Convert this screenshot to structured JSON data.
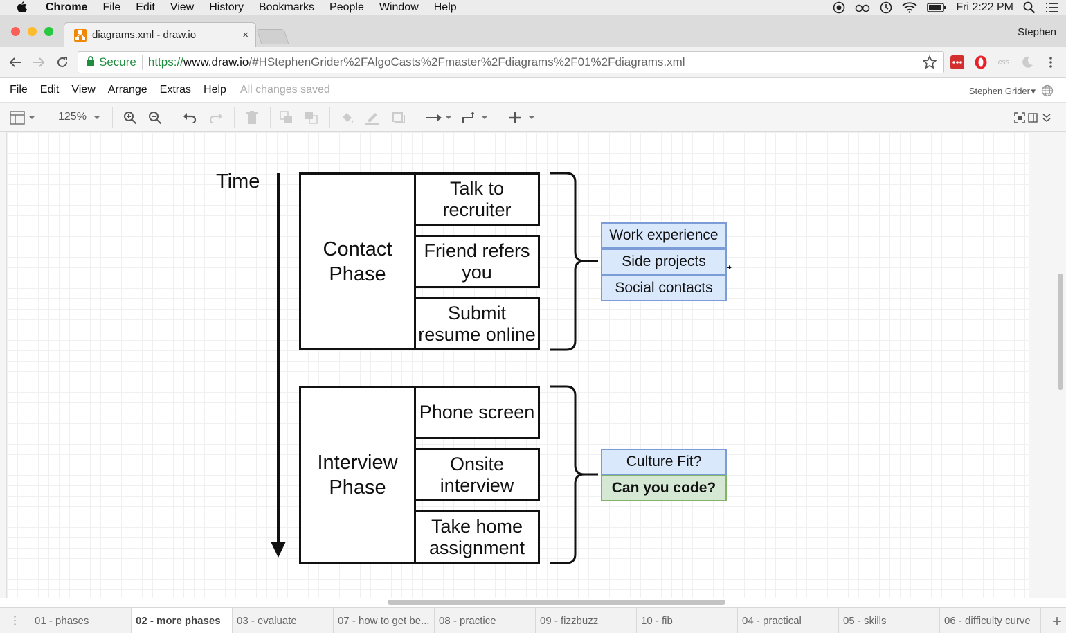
{
  "mac_menubar": {
    "app": "Chrome",
    "items": [
      "File",
      "Edit",
      "View",
      "History",
      "Bookmarks",
      "People",
      "Window",
      "Help"
    ],
    "clock": "Fri 2:22 PM"
  },
  "browser": {
    "tab_title": "diagrams.xml - draw.io",
    "tab_close": "×",
    "profile": "Stephen",
    "secure_label": "Secure",
    "url_scheme": "https://",
    "url_host": "www.draw.io",
    "url_path": "/#HStephenGrider%2FAlgoCasts%2Fmaster%2Fdiagrams%2F01%2Fdiagrams.xml",
    "extensions": [
      "lastpass-icon",
      "opera-icon",
      "css-icon",
      "moon-icon"
    ],
    "ext_css_label": "css"
  },
  "drawio": {
    "menu": [
      "File",
      "Edit",
      "View",
      "Arrange",
      "Extras",
      "Help"
    ],
    "save_status": "All changes saved",
    "user": "Stephen Grider",
    "zoom": "125%"
  },
  "diagram": {
    "time_label": "Time",
    "contact_phase": "Contact Phase",
    "contact_steps": [
      "Talk to recruiter",
      "Friend refers you",
      "Submit resume online"
    ],
    "contact_list": [
      "Work experience",
      "Side projects",
      "Social contacts"
    ],
    "interview_phase": "Interview Phase",
    "interview_steps": [
      "Phone screen",
      "Onsite interview",
      "Take home assignment"
    ],
    "interview_list": [
      "Culture Fit?",
      "Can you code?"
    ],
    "colors": {
      "blue_fill": "#dae8fc",
      "blue_border": "#7c9cd8",
      "green_fill": "#d5e8d4",
      "green_border": "#82b366"
    }
  },
  "page_tabs": {
    "tabs": [
      "01 - phases",
      "02 - more phases",
      "03 - evaluate",
      "07 - how to get be...",
      "08 - practice",
      "09 - fizzbuzz",
      "10 - fib",
      "04 - practical",
      "05 - skills",
      "06 - difficulty curve"
    ],
    "active_index": 1,
    "add_label": "+"
  }
}
